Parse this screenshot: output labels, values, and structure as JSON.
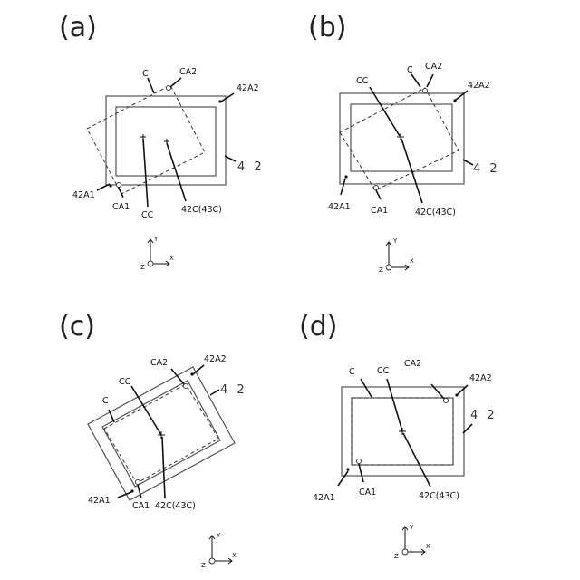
{
  "panels": {
    "a": {
      "letter": "(a)",
      "c": "C",
      "ca2": "CA2",
      "a42a2": "42A2",
      "n42": "4 2",
      "a42a1": "42A1",
      "ca1": "CA1",
      "cc": "CC",
      "c42c": "42C(43C)"
    },
    "b": {
      "letter": "(b)",
      "c": "C",
      "ca2": "CA2",
      "a42a2": "42A2",
      "n42": "4 2",
      "a42a1": "42A1",
      "ca1": "CA1",
      "cc": "CC",
      "c42c": "42C(43C)"
    },
    "c": {
      "letter": "(c)",
      "c": "C",
      "ca2": "CA2",
      "a42a2": "42A2",
      "n42": "4 2",
      "a42a1": "42A1",
      "ca1": "CA1",
      "cc": "CC",
      "c42c": "42C(43C)"
    },
    "d": {
      "letter": "(d)",
      "c": "C",
      "ca2": "CA2",
      "a42a2": "42A2",
      "n42": "4 2",
      "a42a1": "42A1",
      "ca1": "CA1",
      "cc": "CC",
      "c42c": "42C(43C)"
    }
  },
  "axes": {
    "y": "Y",
    "x": "X",
    "z": "Z"
  }
}
